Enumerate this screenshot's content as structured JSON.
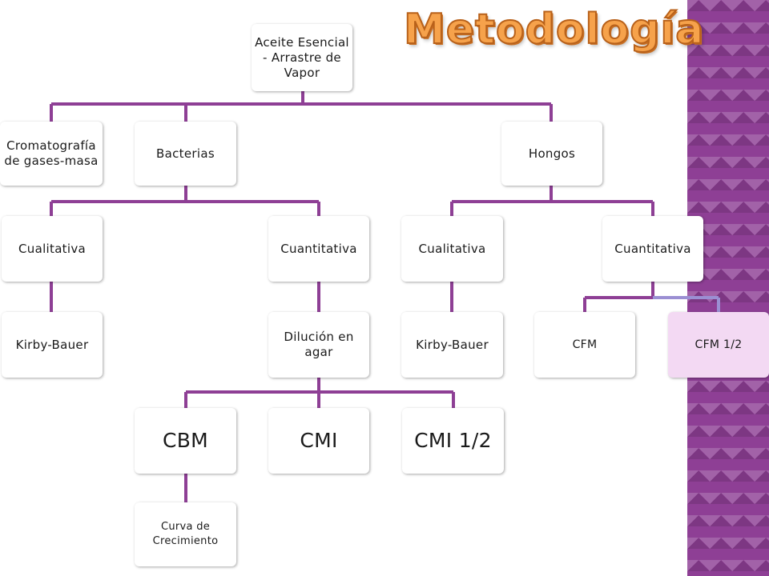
{
  "slide": {
    "title": "Metodología",
    "colors": {
      "connector": "#8e3f95",
      "connector_light": "#9b8fd3",
      "title": "#f6a24b",
      "strip": "#8e3f95"
    }
  },
  "nodes": {
    "root": "Aceite Esencial - Arrastre de Vapor",
    "cromatografia": "Cromatografía de gases-masa",
    "bacterias": "Bacterias",
    "hongos": "Hongos",
    "bact_cualitativa": "Cualitativa",
    "bact_cuantitativa": "Cuantitativa",
    "bact_kirby": "Kirby-Bauer",
    "dilucion": "Dilución en agar",
    "cbm": "CBM",
    "cmi": "CMI",
    "cmi_half": "CMI 1/2",
    "curva": "Curva de Crecimiento",
    "hong_cualitativa": "Cualitativa",
    "hong_cuantitativa": "Cuantitativa",
    "hong_kirby": "Kirby-Bauer",
    "cfm": "CFM",
    "cfm_half": "CFM 1/2"
  }
}
